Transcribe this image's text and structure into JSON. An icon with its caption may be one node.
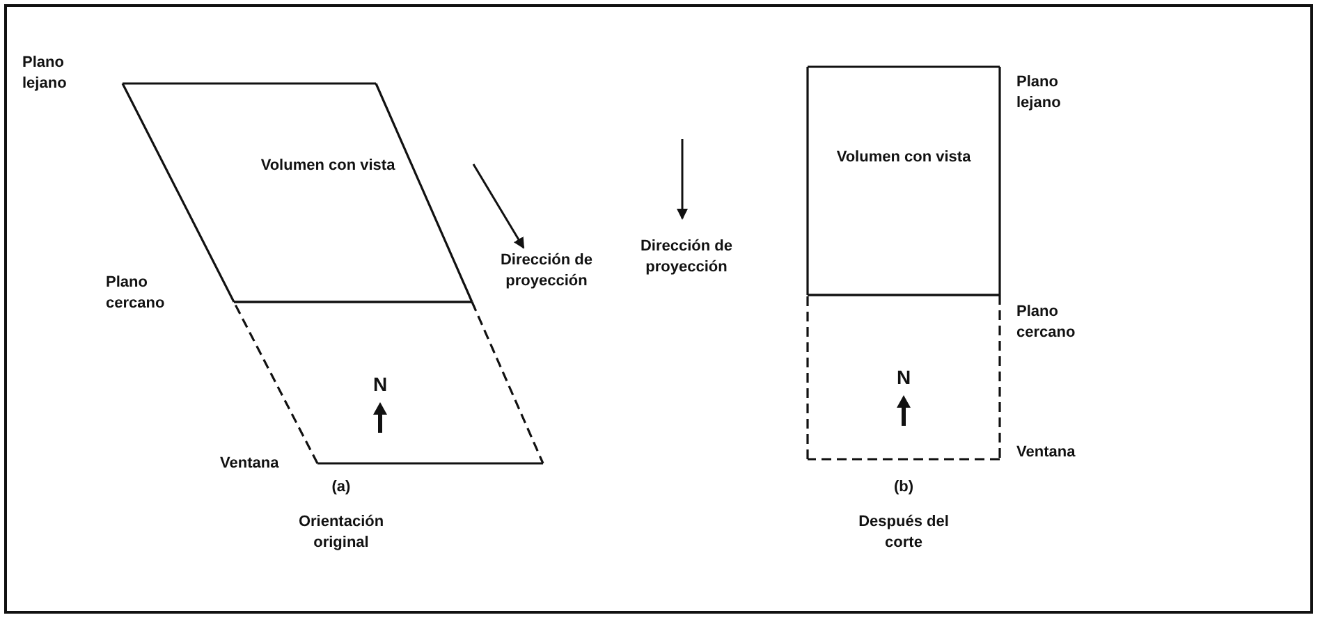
{
  "diagram": {
    "nodes": [
      {
        "text": [
          "Volumen con vista"
        ]
      },
      {
        "text": [
          "N"
        ]
      },
      {
        "text": [
          "Volumen con vista"
        ]
      },
      {
        "text": [
          "N"
        ]
      }
    ],
    "labels": [
      "Plano lejano",
      "Dirección de proyección",
      "Plano cercano",
      "Ventana",
      "(a)",
      "Orientación original",
      "Dirección de proyección",
      "Plano lejano",
      "Plano cercano",
      "Ventana",
      "(b)",
      "Después del corte"
    ]
  }
}
